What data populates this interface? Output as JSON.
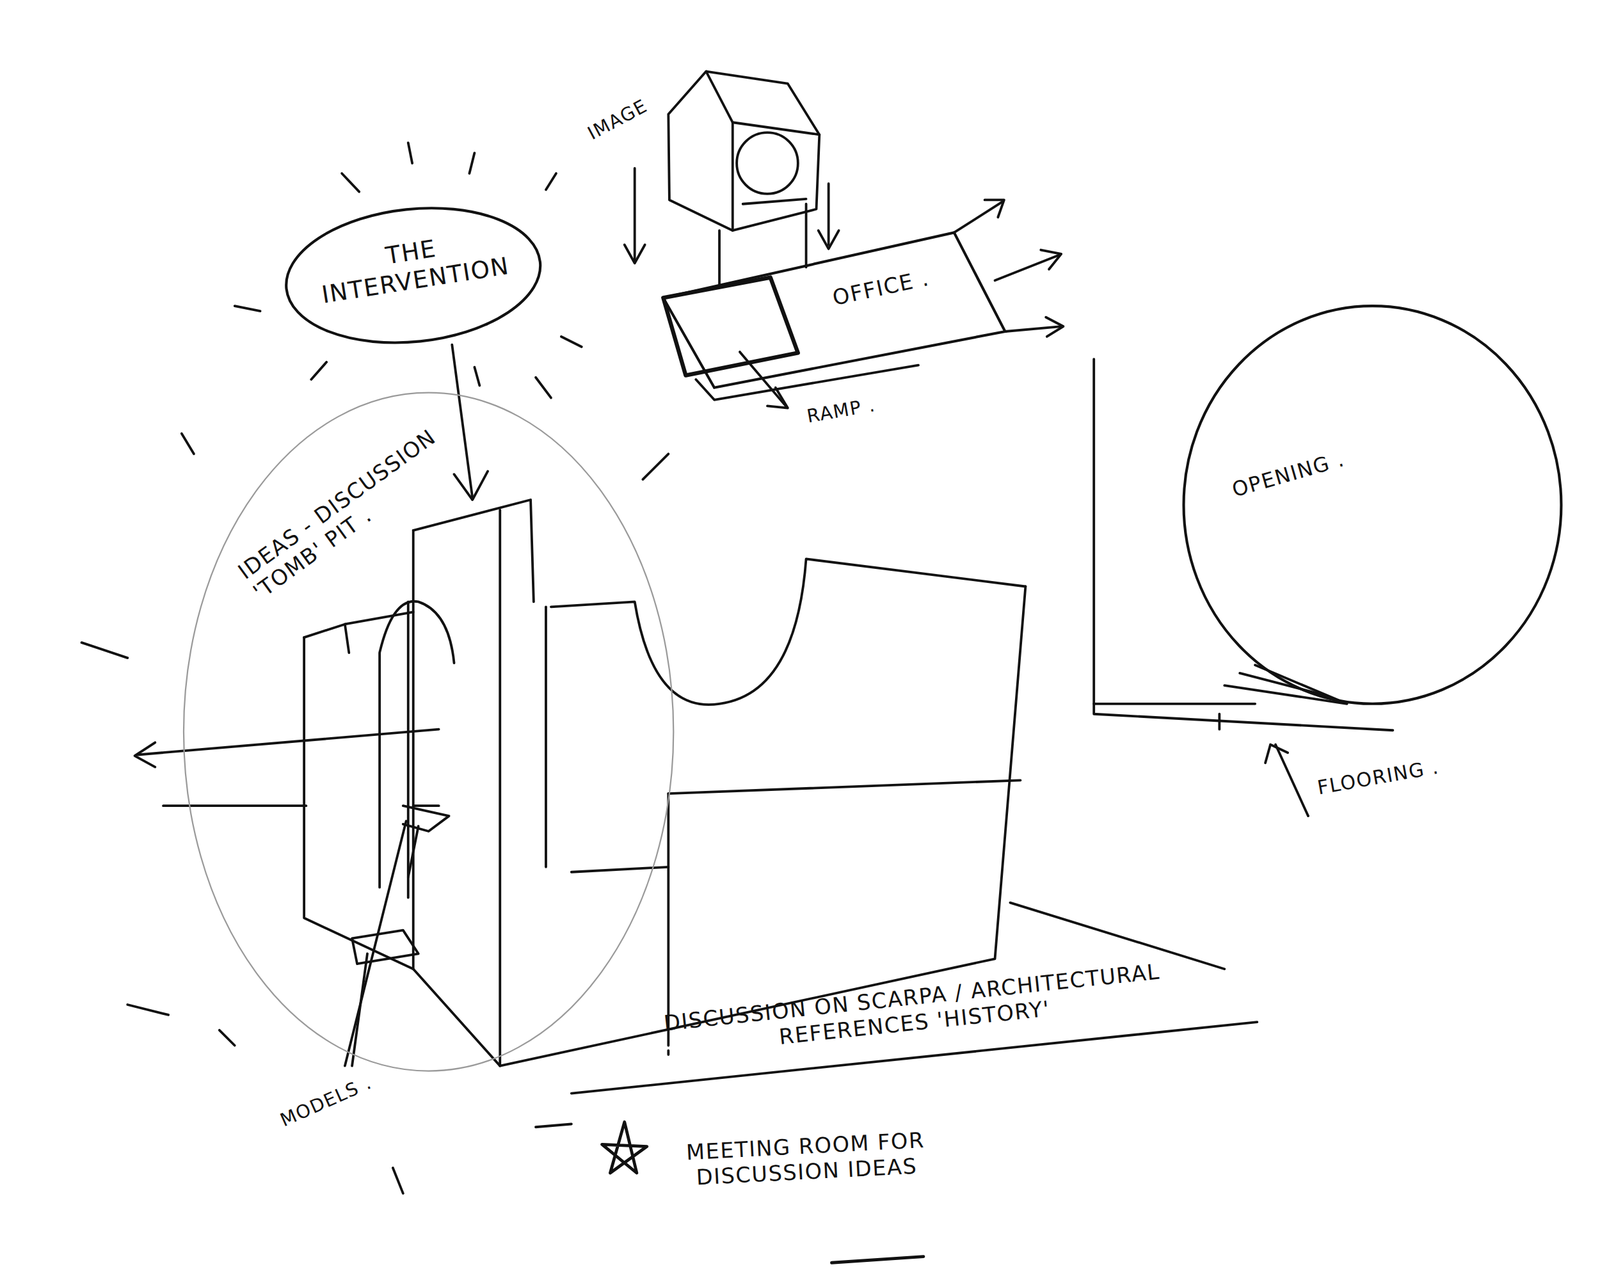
{
  "diagram": {
    "nodes": [
      {
        "text": [
          "THE INTERVENTION"
        ]
      },
      {
        "text": [
          "OFFICE ."
        ]
      },
      {
        "text": [
          "IDEAS - DISCUSSION 'TOMB' PIT ."
        ]
      },
      {
        "text": [
          "OPENING ."
        ]
      }
    ],
    "labels": [
      "IMAGE",
      "RAMP .",
      "FLOORING .",
      "MODELS .",
      "DISCUSSION ON SCARPA / ARCHITECTURAL REFERENCES 'HISTORY'",
      "MEETING ROOM FOR DISCUSSION IDEAS"
    ]
  }
}
